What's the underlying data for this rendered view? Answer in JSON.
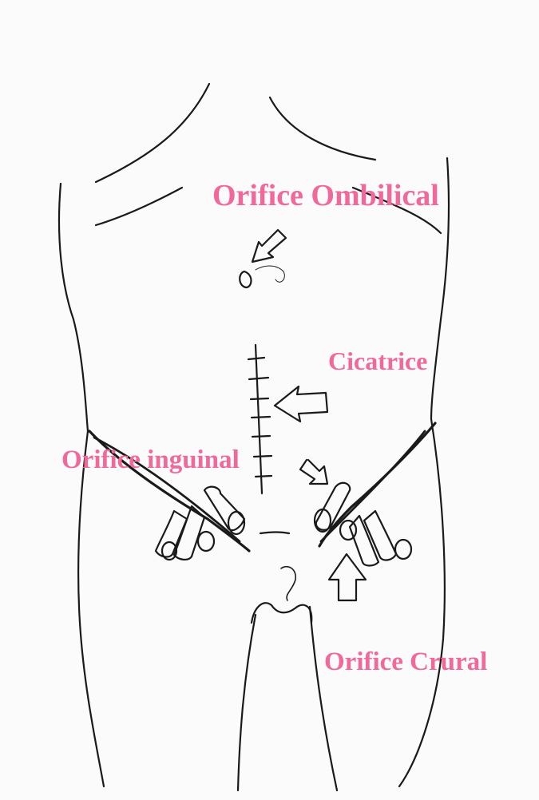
{
  "labels": {
    "ombilical": "Orifice Ombilical",
    "cicatrice": "Cicatrice",
    "inguinal": "Orifice inguinal",
    "crural": "Orifice Crural"
  },
  "colors": {
    "label": "#f0699a",
    "ink": "#1a1a1a",
    "paper": "#fbfbfb"
  }
}
